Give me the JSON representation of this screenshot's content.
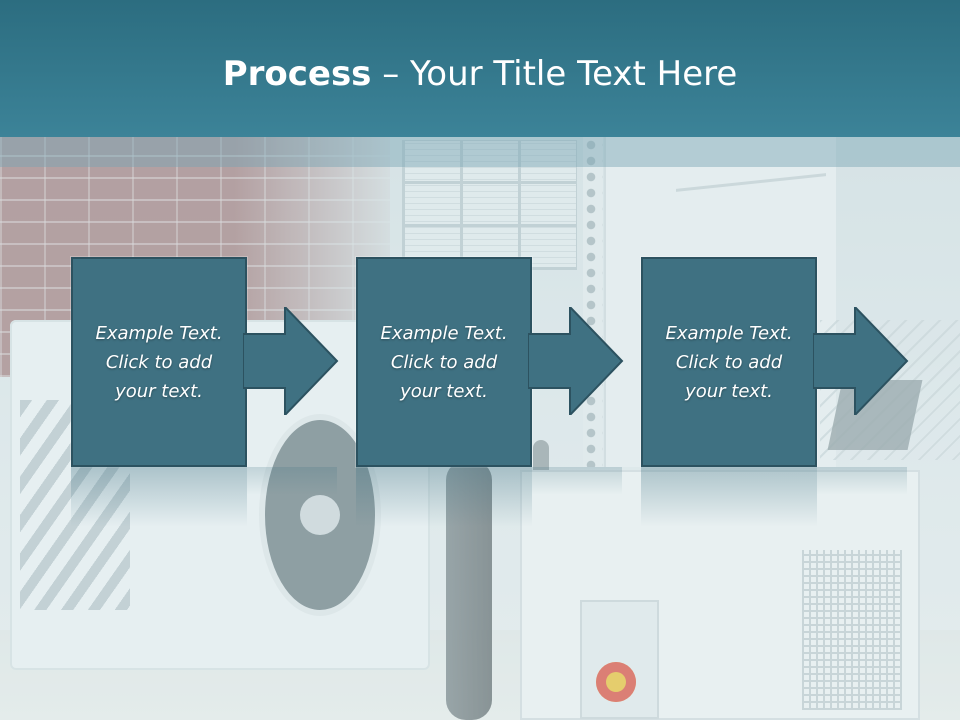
{
  "slide": {
    "title_bold": "Process",
    "title_rest": " – Your Title Text Here"
  },
  "steps": [
    {
      "line1": "Example Text.",
      "line2": "Click  to add",
      "line3": "your text."
    },
    {
      "line1": "Example Text.",
      "line2": "Click  to add",
      "line3": "your text."
    },
    {
      "line1": "Example Text.",
      "line2": "Click  to add",
      "line3": "your text."
    }
  ],
  "colors": {
    "header": "#2c6d80",
    "step_fill": "#3f7182",
    "step_border": "#2c5260",
    "text": "#ffffff"
  }
}
